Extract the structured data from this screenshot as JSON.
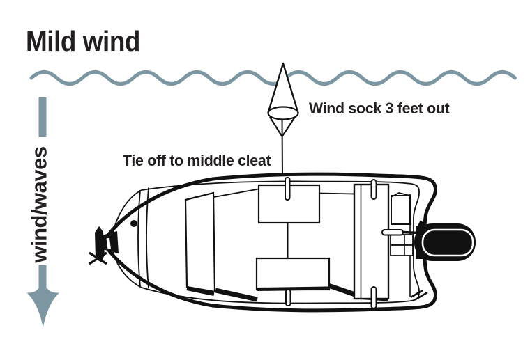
{
  "title": "Mild wind",
  "annotations": {
    "wind_sock_label": "Wind sock 3 feet out",
    "tie_off_label": "Tie off to middle cleat",
    "direction_label": "wind/waves"
  },
  "colors": {
    "ink": "#231f20",
    "line_black": "#111111",
    "water_blue": "#7c97a2",
    "background": "#ffffff"
  },
  "diagram_elements": [
    "water-wave-line",
    "wind-direction-arrow",
    "wind-sock",
    "mooring-line",
    "boat-top-view",
    "middle-cleat",
    "outboard-motor",
    "bow-trolling-motor"
  ]
}
